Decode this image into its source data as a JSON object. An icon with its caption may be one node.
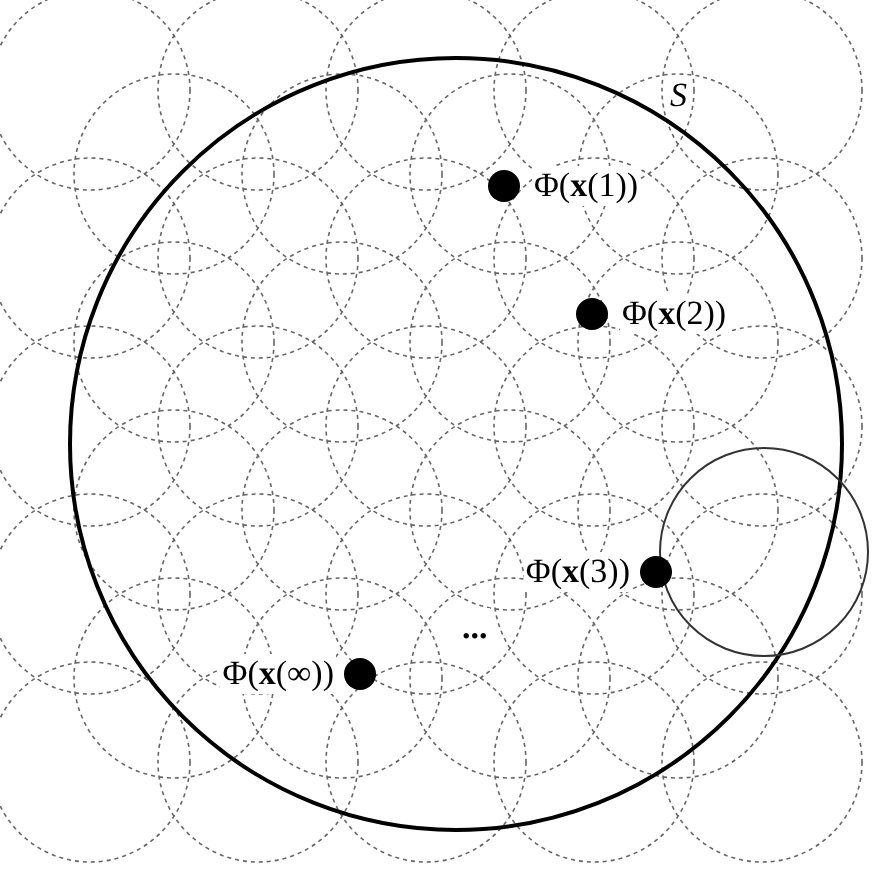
{
  "diagram": {
    "labels": [
      "S",
      "Φ(**x**(1))",
      "Φ(**x**(2))",
      "Φ(**x**(3))",
      "...",
      "Φ(**x**(∞))"
    ]
  }
}
